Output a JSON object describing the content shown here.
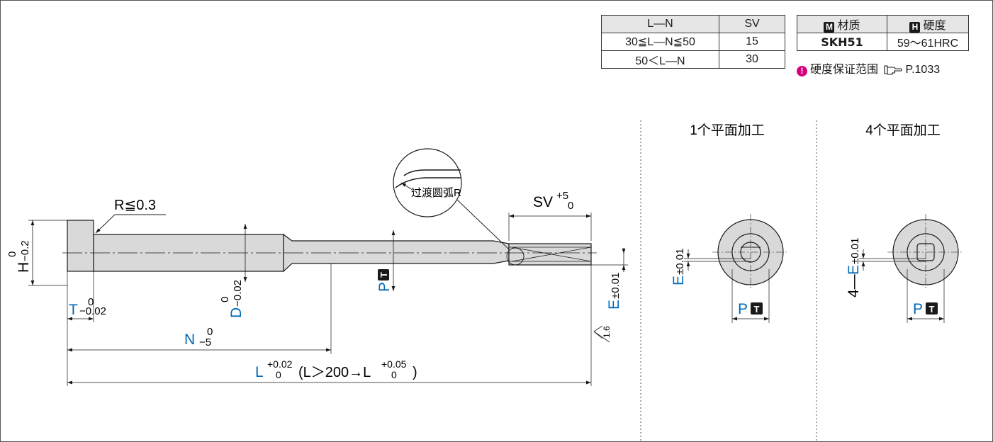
{
  "sv_table": {
    "headers": [
      "L—N",
      "SV"
    ],
    "rows": [
      [
        "30≦L—N≦50",
        "15"
      ],
      [
        "50＜L—N",
        "30"
      ]
    ]
  },
  "material_table": {
    "material_badge": "M",
    "material_header": "材质",
    "hardness_badge": "H",
    "hardness_header": "硬度",
    "material": "SKH51",
    "hardness": "59～61HRC"
  },
  "note": {
    "icon": "warning-icon",
    "text": "硬度保证范围",
    "ref_icon": "pointing-hand-icon",
    "page": "P.1033"
  },
  "views": {
    "one_flat": "1个平面加工",
    "four_flat": "4个平面加工"
  },
  "labels": {
    "radius": "R≦0.3",
    "transition": "过渡圆弧R",
    "sv": "SV",
    "sv_tol_top": "+5",
    "sv_tol_bottom": "0",
    "h": "H",
    "h_tol_top": "0",
    "h_tol_bottom": "−0.2",
    "t": "T",
    "t_tol_top": "0",
    "t_tol_bottom": "−0.02",
    "d": "D",
    "d_tol_top": "0",
    "d_tol_bottom": "−0.02",
    "p": "P",
    "p_badge": "T",
    "e": "E",
    "e_tol": "±0.01",
    "e4_prefix": "4—",
    "n": "N",
    "n_tol_top": "0",
    "n_tol_bottom": "−5",
    "l": "L",
    "l_tol_top": "+0.02",
    "l_tol_bottom": "0",
    "l_extra": "(L＞200→L",
    "l_extra_tol_top": "+0.05",
    "l_extra_tol_bottom": "0",
    "l_extra_close": ")",
    "roughness": "1.6"
  },
  "colors": {
    "accent": "#0068b7",
    "part_fill": "#d9d9d9",
    "warning": "#d6007b"
  }
}
